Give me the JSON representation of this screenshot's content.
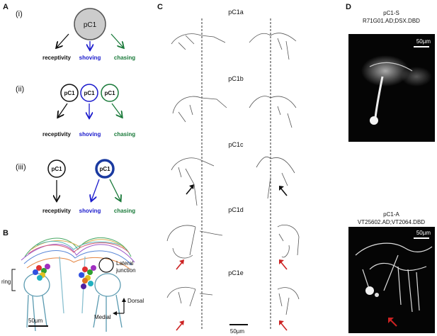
{
  "panels": {
    "a": {
      "letter": "A",
      "rows": [
        {
          "roman": "(i)",
          "node": "pC1",
          "outcomes": [
            "receptivity",
            "shoving",
            "chasing"
          ]
        },
        {
          "roman": "(ii)",
          "nodes": [
            "pC1",
            "pC1",
            "pC1"
          ],
          "outcomes": [
            "receptivity",
            "shoving",
            "chasing"
          ]
        },
        {
          "roman": "(iii)",
          "nodes": [
            "pC1",
            "pC1"
          ],
          "outcomes": [
            "receptivity",
            "shoving",
            "chasing"
          ]
        }
      ]
    },
    "b": {
      "letter": "B",
      "ring_label": "ring",
      "junction_label": "Lateral\njunction",
      "junction_line1": "Lateral",
      "junction_line2": "junction",
      "scale": "50µm",
      "dorsal": "Dorsal",
      "medial": "Medial"
    },
    "c": {
      "letter": "C",
      "subtypes": [
        "pC1a",
        "pC1b",
        "pC1c",
        "pC1d",
        "pC1e"
      ],
      "scale": "50µm"
    },
    "d": {
      "letter": "D",
      "top": {
        "title": "pC1-S",
        "line": "R71G01.AD;DSX.DBD",
        "scale": "50µm"
      },
      "bottom": {
        "title": "pC1-A",
        "line": "VT25602.AD;VT2064.DBD",
        "scale": "50µm"
      }
    }
  },
  "colors": {
    "black": "#111111",
    "blue": "#1a1acc",
    "green": "#1a7a3a",
    "red": "#cc2222",
    "grey_node": "#cccccc"
  }
}
